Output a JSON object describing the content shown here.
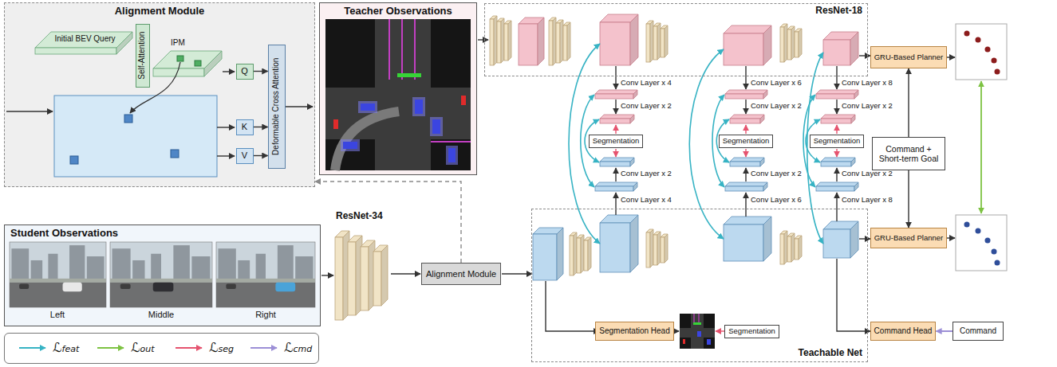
{
  "diagram": {
    "nodes": [
      {
        "text": [
          "Alignment Module"
        ]
      },
      {
        "text": [
          "Initial BEV Query"
        ],
        "in": 0
      },
      {
        "text": [
          "Self-Attention"
        ],
        "in": 0
      },
      {
        "text": [
          "Q"
        ],
        "in": 0
      },
      {
        "text": [
          "K"
        ],
        "in": 0
      },
      {
        "text": [
          "V"
        ],
        "in": 0
      },
      {
        "text": [
          "Deformable Cross Attention"
        ],
        "in": 0
      },
      {
        "text": [
          "Teacher Observations"
        ]
      },
      {
        "text": [
          "ResNet-18"
        ]
      },
      {
        "text": [
          "Segmentation"
        ]
      },
      {
        "text": [
          "Segmentation"
        ]
      },
      {
        "text": [
          "Segmentation"
        ]
      },
      {
        "text": [
          "GRU-Based Planner"
        ]
      },
      {
        "text": [
          "Command + Short-term Goal"
        ]
      },
      {
        "text": [
          "Student Observations"
        ]
      },
      {
        "text": [
          "Alignment Module"
        ]
      },
      {
        "text": [
          "Teachable Net"
        ]
      },
      {
        "text": [
          "Segmentation Head"
        ],
        "in": 16
      },
      {
        "text": [
          "Segmentation"
        ],
        "in": 16
      },
      {
        "text": [
          "GRU-Based Planner"
        ]
      },
      {
        "text": [
          "Command Head"
        ]
      },
      {
        "text": [
          "Command"
        ]
      }
    ],
    "edges": [
      {
        "from": 15,
        "to": 0,
        "arrow": "to"
      },
      {
        "from": 3,
        "to": 6,
        "arrow": "to"
      },
      {
        "from": 4,
        "to": 6,
        "arrow": "to"
      },
      {
        "from": 5,
        "to": 6,
        "arrow": "to"
      },
      {
        "from": 13,
        "to": 12,
        "arrow": "to"
      },
      {
        "from": 13,
        "to": 19,
        "arrow": "to"
      },
      {
        "from": 21,
        "to": 20,
        "arrow": "to"
      }
    ],
    "labels": [
      "IPM",
      "Conv Layer x 4",
      "Conv Layer x 6",
      "Conv Layer x 8",
      "Conv Layer x 2",
      "Conv Layer x 2",
      "Conv Layer x 2",
      "Conv Layer x 2",
      "Conv Layer x 2",
      "Conv Layer x 2",
      "Conv Layer x 4",
      "Conv Layer x 6",
      "Conv Layer x 8",
      "Left",
      "Middle",
      "Right",
      "ResNet-34"
    ],
    "legend": [
      {
        "text": "ℒfeat"
      },
      {
        "text": "ℒout"
      },
      {
        "text": "ℒseg"
      },
      {
        "text": "ℒcmd"
      }
    ]
  }
}
